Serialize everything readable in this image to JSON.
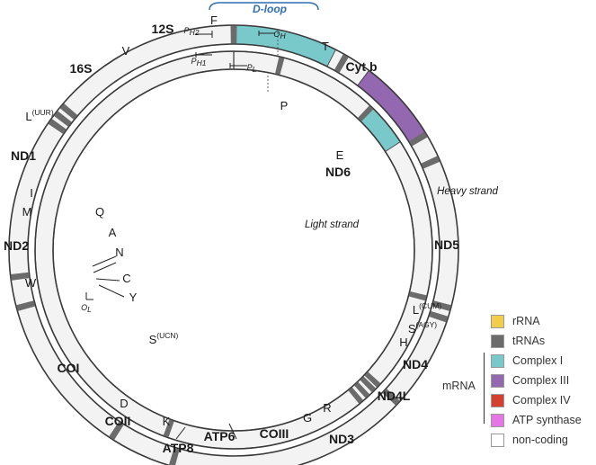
{
  "header": {
    "dloop_label": "D-loop"
  },
  "strands": {
    "heavy": "Heavy strand",
    "light": "Light strand"
  },
  "colors": {
    "rrna": "#f1cd4b",
    "trna": "#6b6b6b",
    "complex_i": "#79c9ca",
    "complex_iii": "#9467b1",
    "complex_iv": "#d5402e",
    "atp_synthase": "#e676e6",
    "non_coding": "#f3f3f3",
    "outline": "#3a3a3a",
    "dloop": "#2f6fb4"
  },
  "genes": {
    "twelve_s": "12S",
    "sixteen_s": "16S",
    "nd1": "ND1",
    "nd2": "ND2",
    "coi": "COI",
    "coii": "COII",
    "atp8": "ATP8",
    "atp6": "ATP6",
    "coiii": "COIII",
    "nd3": "ND3",
    "nd4l": "ND4L",
    "nd4": "ND4",
    "nd5": "ND5",
    "nd6": "ND6",
    "cytb": "Cyt b"
  },
  "trnas": {
    "F": "F",
    "V": "V",
    "L_uur": "L",
    "L_uur_sup": "(UUR)",
    "I": "I",
    "M": "M",
    "W": "W",
    "Q": "Q",
    "A": "A",
    "N": "N",
    "C": "C",
    "Y": "Y",
    "S_ucn": "S",
    "S_ucn_sup": "(UCN)",
    "D": "D",
    "K": "K",
    "G": "G",
    "R": "R",
    "H": "H",
    "S_agy": "S",
    "S_agy_sup": "(AGY)",
    "L_cum": "L",
    "L_cum_sup": "(CUM)",
    "E": "E",
    "T": "T",
    "P": "P"
  },
  "promoters": {
    "ph2": "P",
    "ph2_sub": "H2",
    "ph1": "P",
    "ph1_sub": "H1",
    "pl": "P",
    "pl_sub": "L",
    "oh": "O",
    "oh_sub": "H",
    "ol": "O",
    "ol_sub": "L"
  },
  "arcs": {
    "outer": [
      {
        "name": "12S",
        "t1": 0,
        "t2": 30,
        "type": "rrna"
      },
      {
        "name": "16S",
        "t1": 30,
        "t2": 66,
        "type": "rrna"
      },
      {
        "name": "ND1",
        "t1": 66,
        "t2": 105,
        "type": "complex_i"
      },
      {
        "name": "ND2",
        "t1": 105,
        "t2": 133,
        "type": "complex_i"
      },
      {
        "name": "non-coding",
        "t1": 133,
        "t2": 147,
        "type": "non_coding"
      },
      {
        "name": "COI",
        "t1": 147,
        "t2": 196,
        "type": "complex_iv"
      },
      {
        "name": "COII",
        "t1": 196,
        "t2": 213,
        "type": "complex_iv"
      },
      {
        "name": "ATP8",
        "t1": 213,
        "t2": 221,
        "type": "atp_synthase"
      },
      {
        "name": "ATP6",
        "t1": 221,
        "t2": 235,
        "type": "atp_synthase"
      },
      {
        "name": "COIII",
        "t1": 235,
        "t2": 255,
        "type": "complex_iv"
      },
      {
        "name": "ND3",
        "t1": 255,
        "t2": 263,
        "type": "complex_i"
      },
      {
        "name": "ND4L",
        "t1": 263,
        "t2": 275,
        "type": "complex_i"
      },
      {
        "name": "ND4",
        "t1": 275,
        "t2": 305,
        "type": "complex_i"
      },
      {
        "name": "ND5",
        "t1": 305,
        "t2": 387,
        "type": "complex_i"
      },
      {
        "name": "non-coding",
        "t1": 387,
        "t2": 397,
        "type": "non_coding"
      },
      {
        "name": "Cyt b",
        "t1": 397,
        "t2": 419,
        "type": "complex_iii"
      },
      {
        "name": "D-loop",
        "t1": 419,
        "t2": 360,
        "type": "non_coding"
      }
    ],
    "inner": [
      {
        "name": "ND6",
        "t1": 44,
        "t2": 57,
        "type": "complex_i"
      }
    ],
    "outer_trna": [
      {
        "id": "F",
        "t": 0
      },
      {
        "id": "V",
        "t": 30
      },
      {
        "id": "L",
        "t": 66
      },
      {
        "id": "I",
        "t": 105
      },
      {
        "id": "M",
        "t": 108
      },
      {
        "id": "W",
        "t": 133
      },
      {
        "id": "D",
        "t": 196
      },
      {
        "id": "K",
        "t": 213
      },
      {
        "id": "G",
        "t": 255
      },
      {
        "id": "R",
        "t": 263
      },
      {
        "id": "H",
        "t": 305
      },
      {
        "id": "S",
        "t": 307.5
      },
      {
        "id": "L",
        "t": 310
      },
      {
        "id": "T",
        "t": 419
      }
    ],
    "inner_trna": [
      {
        "id": "P",
        "t": 14
      },
      {
        "id": "E",
        "t": 44
      },
      {
        "id": "Q",
        "t": 104
      },
      {
        "id": "A",
        "t": 133
      },
      {
        "id": "N",
        "t": 135
      },
      {
        "id": "C",
        "t": 137.5
      },
      {
        "id": "Y",
        "t": 140
      },
      {
        "id": "S",
        "t": 200
      }
    ]
  },
  "legend": {
    "mrna_label": "mRNA",
    "items": [
      {
        "key": "rrna",
        "label": "rRNA"
      },
      {
        "key": "trna",
        "label": "tRNAs"
      },
      {
        "key": "complex_i",
        "label": "Complex I"
      },
      {
        "key": "complex_iii",
        "label": "Complex III"
      },
      {
        "key": "complex_iv",
        "label": "Complex IV"
      },
      {
        "key": "atp_synthase",
        "label": "ATP synthase"
      },
      {
        "key": "non_coding",
        "label": "non-coding"
      }
    ]
  }
}
